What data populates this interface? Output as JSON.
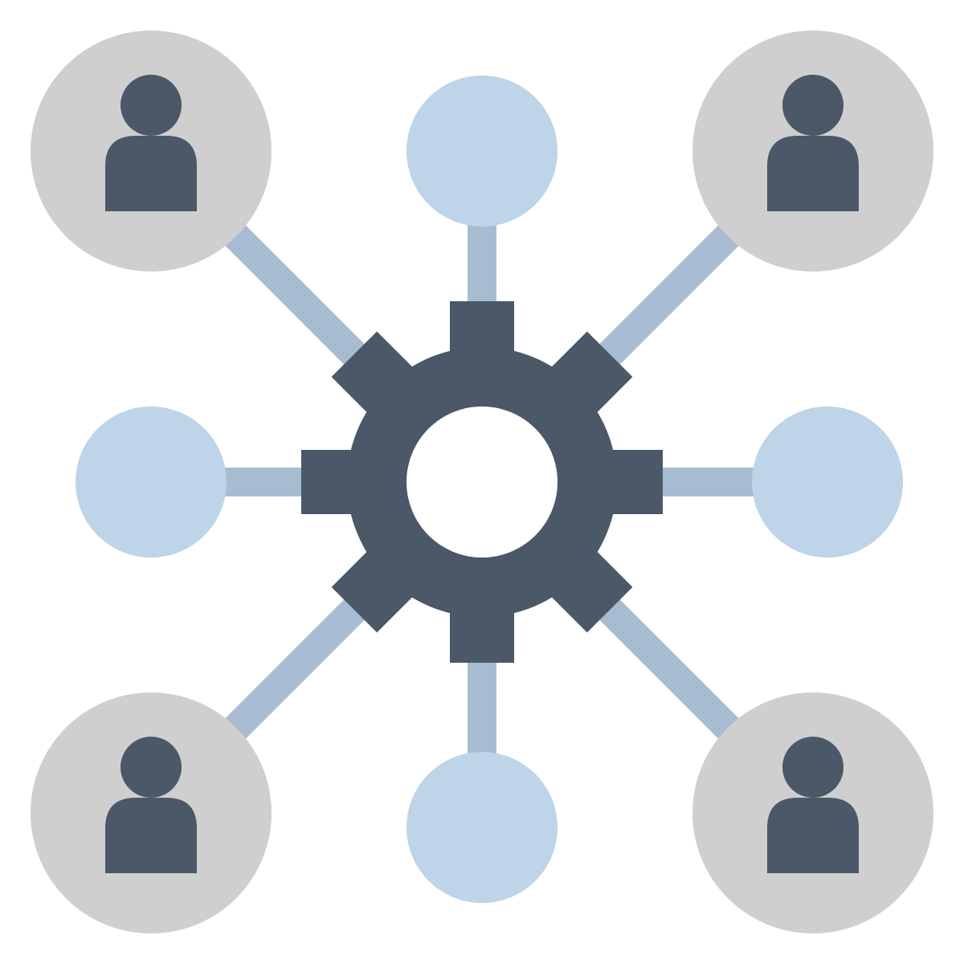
{
  "colors": {
    "background": "#ffffff",
    "connector": "#a7bcd0",
    "gear": "#4a5868",
    "gear_hole": "#ffffff",
    "user_node": "#cfcfcf",
    "user_figure": "#4a5868",
    "data_node": "#bed4e8"
  },
  "hub": {
    "icon": "gear-icon"
  },
  "user_nodes": [
    {
      "id": "top-left",
      "icon": "user-icon"
    },
    {
      "id": "top-right",
      "icon": "user-icon"
    },
    {
      "id": "bottom-left",
      "icon": "user-icon"
    },
    {
      "id": "bottom-right",
      "icon": "user-icon"
    }
  ],
  "data_nodes": [
    {
      "id": "top"
    },
    {
      "id": "left"
    },
    {
      "id": "right"
    },
    {
      "id": "bottom"
    }
  ]
}
